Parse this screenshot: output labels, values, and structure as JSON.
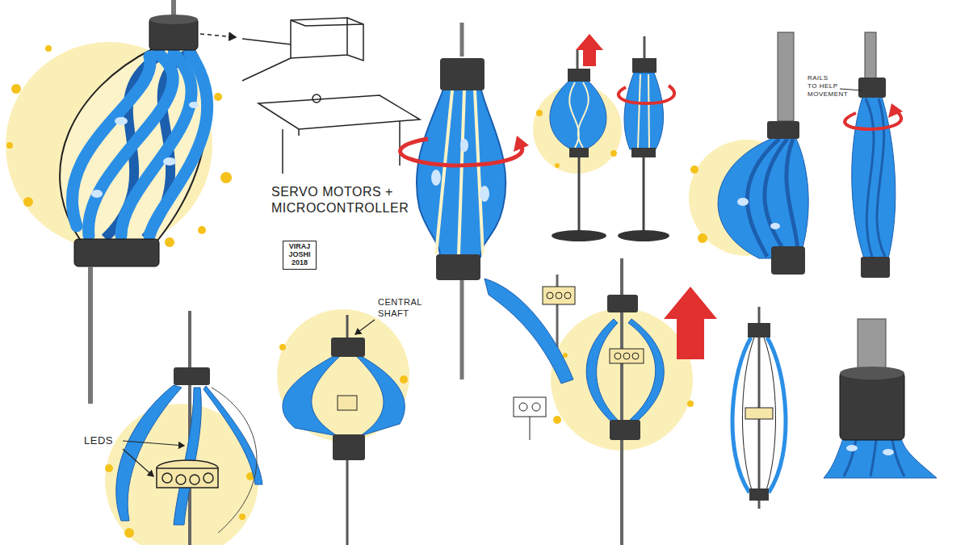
{
  "diagram": {
    "nodes": [
      {
        "text": [
          "VIRAJ JOSHI 2018"
        ]
      }
    ],
    "labels": [
      "SERVO MOTORS + MICROCONTROLLER",
      "LEDS",
      "CENTRAL SHAFT",
      "RAILS TO HELP MOVEMENT"
    ]
  }
}
